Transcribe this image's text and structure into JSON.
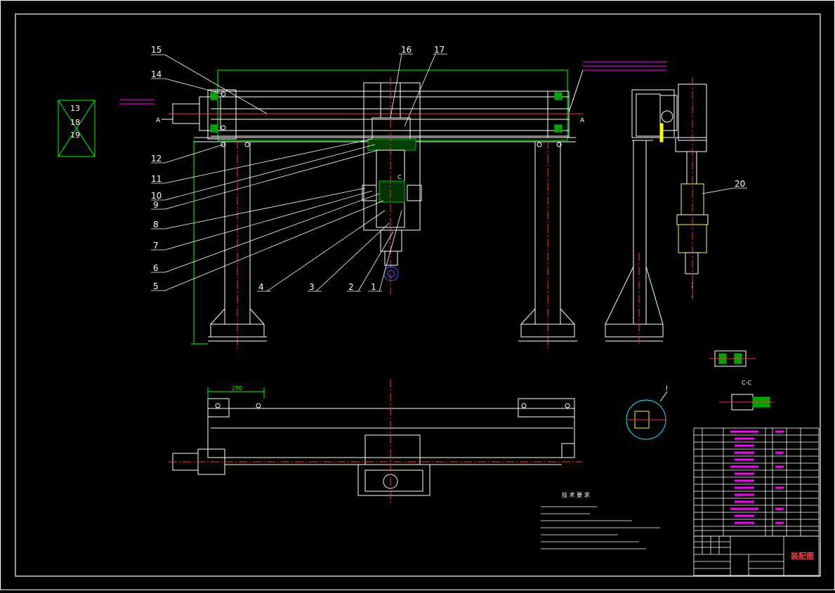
{
  "drawing": {
    "part_numbers": [
      "1",
      "2",
      "3",
      "4",
      "5",
      "6",
      "7",
      "8",
      "9",
      "10",
      "11",
      "12",
      "14",
      "15",
      "16",
      "17",
      "20"
    ],
    "box_labels": [
      "13",
      "18",
      "19"
    ],
    "section_marks": {
      "a_left": "A",
      "a_right": "A",
      "c_mark": "C",
      "section_cc": "C-C",
      "detail_i": "I"
    },
    "dimension_bottom": "250",
    "tech_req_title": "技 术 要 求",
    "title_block_name": "装配图",
    "colors": {
      "background": "#000000",
      "outline": "#ffffff",
      "centerline": "#ff2020",
      "dimension": "#00ff00",
      "hatch": "#00c000",
      "annotation": "#ff00ff",
      "cyan": "#00ffff",
      "yellow": "#ffff00"
    }
  }
}
